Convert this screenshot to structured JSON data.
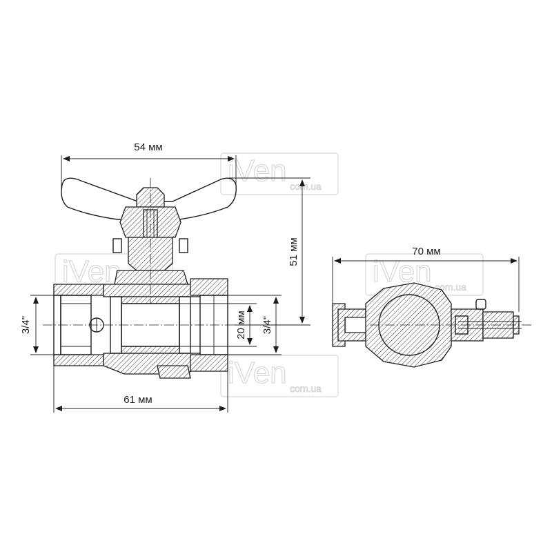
{
  "dimensions": {
    "handle_width": "54 мм",
    "height": "51 мм",
    "length": "61 мм",
    "bore": "20 мм",
    "thread_left": "3/4\"",
    "thread_right": "3/4\"",
    "side_width": "70 мм"
  },
  "watermark": {
    "brand": "iVen",
    "domain": "com.ua"
  },
  "colors": {
    "line": "#1c1c1c",
    "background": "#ffffff",
    "watermark": "#d8d8d8"
  }
}
